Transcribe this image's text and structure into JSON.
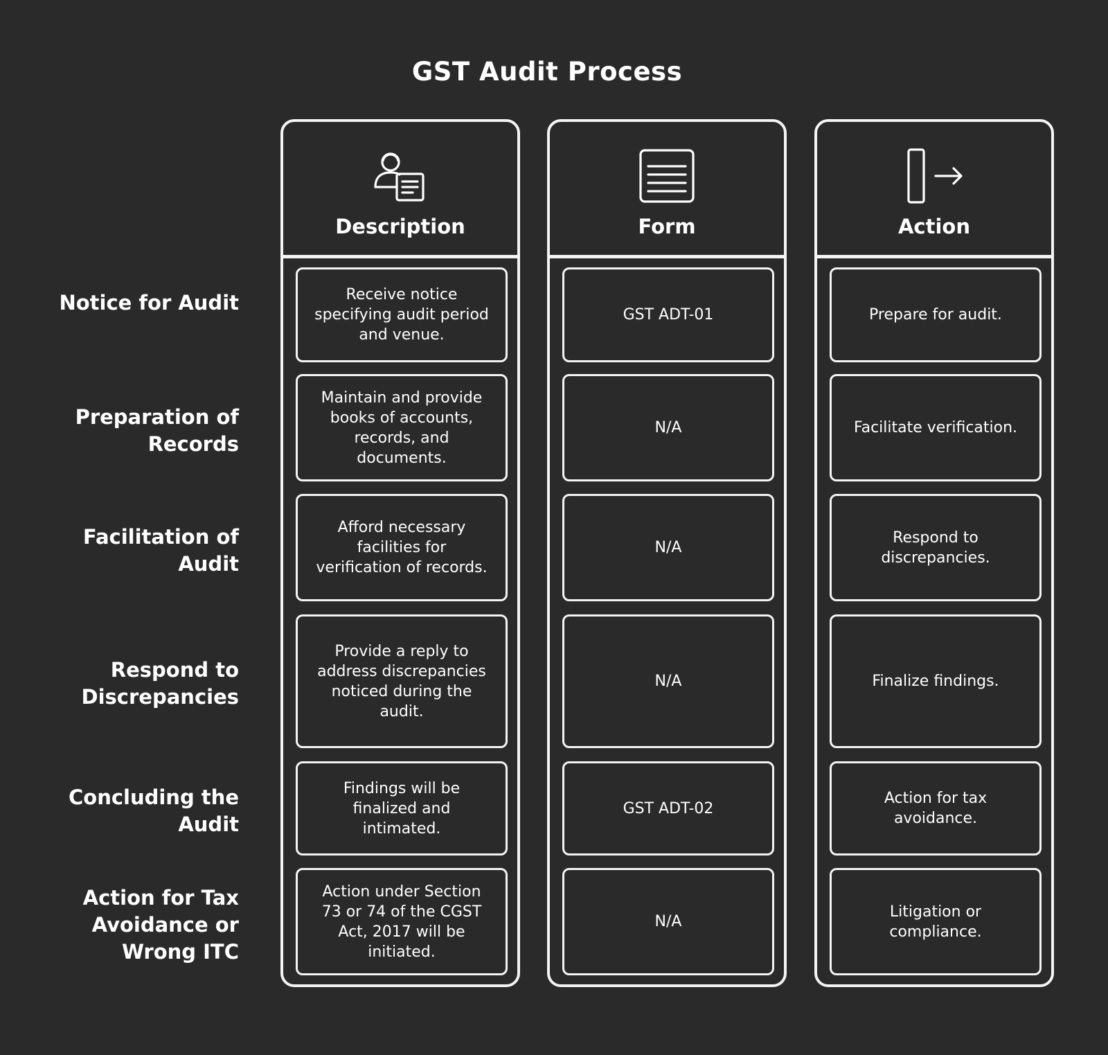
{
  "title": "GST Audit Process",
  "columns": [
    {
      "header": "Description",
      "icon": "person-document-icon"
    },
    {
      "header": "Form",
      "icon": "document-form-icon"
    },
    {
      "header": "Action",
      "icon": "door-exit-arrow-icon"
    }
  ],
  "rows": [
    {
      "label": "Notice for Audit",
      "description": "Receive notice specifying audit period and venue.",
      "form": "GST ADT-01",
      "action": "Prepare for audit."
    },
    {
      "label": "Preparation of Records",
      "description": "Maintain and provide books of accounts, records, and documents.",
      "form": "N/A",
      "action": "Facilitate verification."
    },
    {
      "label": "Facilitation of Audit",
      "description": "Afford necessary facilities for verification of records.",
      "form": "N/A",
      "action": "Respond to discrepancies."
    },
    {
      "label": "Respond to Discrepancies",
      "description": "Provide a reply to address discrepancies noticed during the audit.",
      "form": "N/A",
      "action": "Finalize findings."
    },
    {
      "label": "Concluding the Audit",
      "description": "Findings will be finalized and intimated.",
      "form": "GST ADT-02",
      "action": "Action for tax avoidance."
    },
    {
      "label": "Action for Tax Avoidance or Wrong ITC",
      "description": "Action under Section 73 or 74 of the CGST Act, 2017 will be initiated.",
      "form": "N/A",
      "action": "Litigation or compliance."
    }
  ]
}
